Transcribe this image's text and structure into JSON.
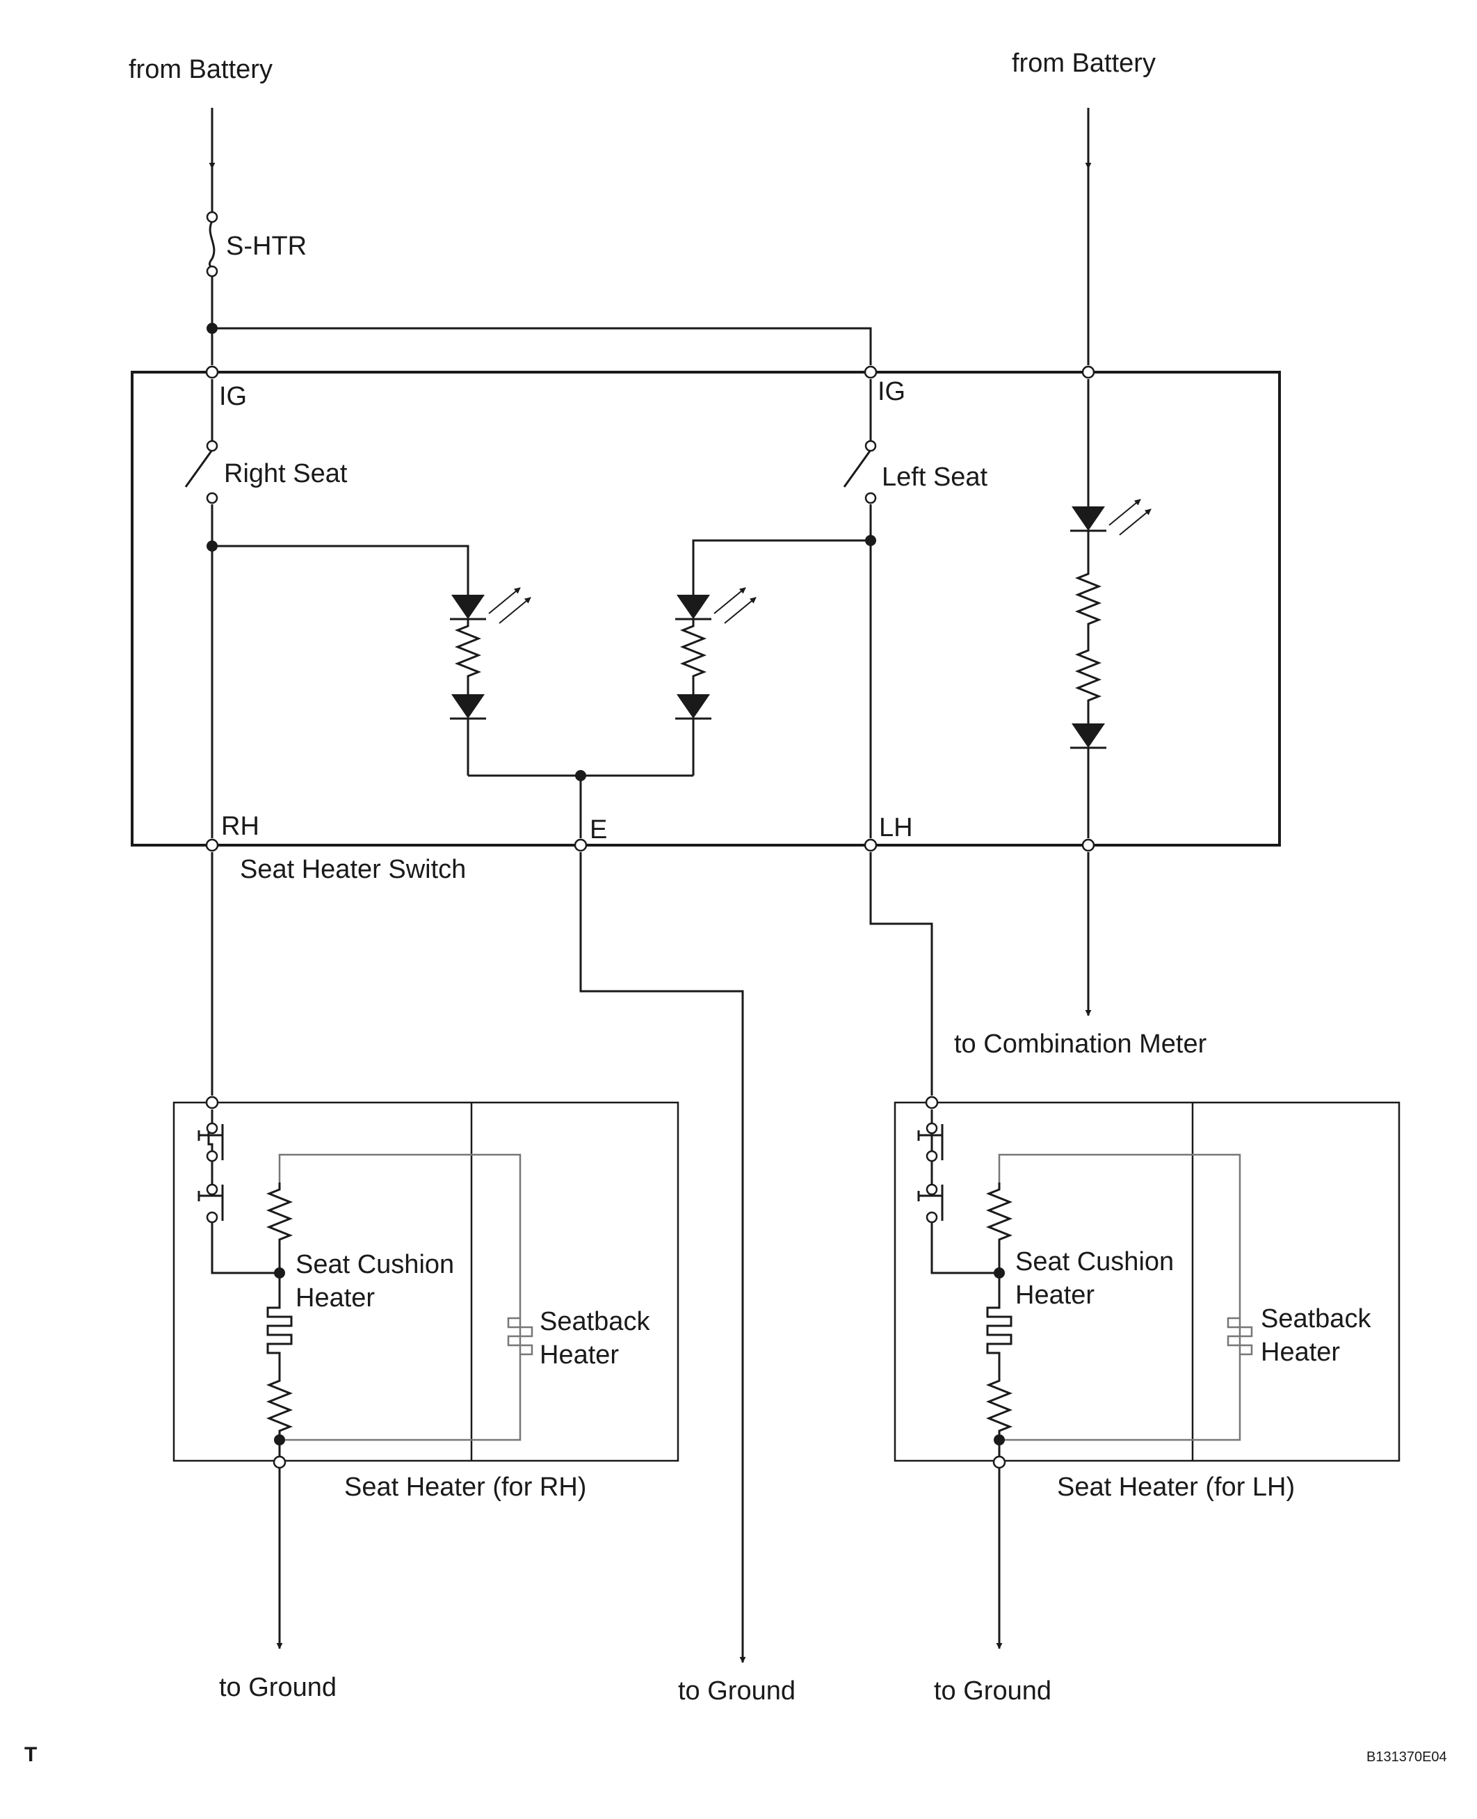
{
  "labels": {
    "from_battery_left": "from Battery",
    "from_battery_right": "from Battery",
    "fuse": "S-HTR",
    "ig_left": "IG",
    "ig_right": "IG",
    "right_seat": "Right Seat",
    "left_seat": "Left Seat",
    "rh": "RH",
    "e": "E",
    "lh": "LH",
    "switch_name": "Seat Heater Switch",
    "to_combination_meter": "to Combination Meter",
    "rh_cushion_1": "Seat Cushion",
    "rh_cushion_2": "Heater",
    "rh_seatback_1": "Seatback",
    "rh_seatback_2": "Heater",
    "lh_cushion_1": "Seat Cushion",
    "lh_cushion_2": "Heater",
    "lh_seatback_1": "Seatback",
    "lh_seatback_2": "Heater",
    "seat_heater_rh": "Seat Heater (for RH)",
    "seat_heater_lh": "Seat Heater (for LH)",
    "to_ground_1": "to Ground",
    "to_ground_2": "to Ground",
    "to_ground_3": "to Ground",
    "corner_mark": "T",
    "figure_code": "B131370E04"
  }
}
